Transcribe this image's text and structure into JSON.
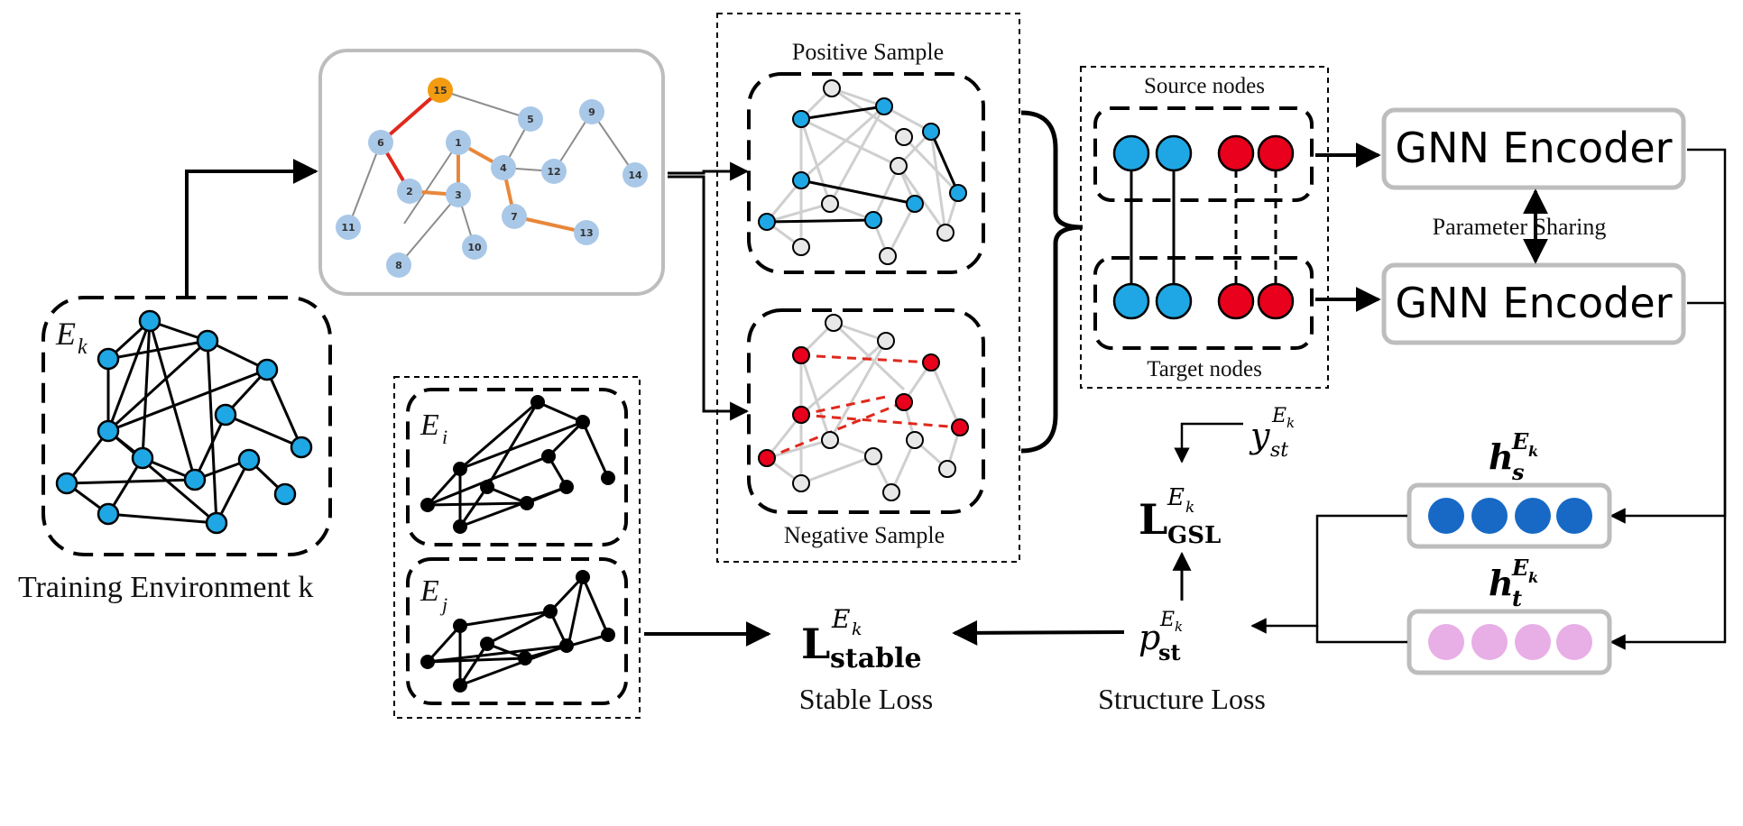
{
  "labels": {
    "training_env": "Training Environment k",
    "positive_sample": "Positive Sample",
    "negative_sample": "Negative Sample",
    "source_nodes": "Source nodes",
    "target_nodes": "Target nodes",
    "gnn_encoder_top": "GNN Encoder",
    "gnn_encoder_bottom": "GNN Encoder",
    "parameter_sharing": "Parameter Sharing",
    "stable_loss": "Stable Loss",
    "structure_loss": "Structure Loss"
  },
  "math": {
    "E_letter": "E",
    "k_sub": "k",
    "i_sub": "i",
    "j_sub": "j",
    "y": "y",
    "st": "st",
    "p": "p",
    "st_bold": "st",
    "L": "L",
    "gsl": "GSL",
    "stable": "stable",
    "h": "h",
    "s": "s",
    "t": "t"
  },
  "example_graph_nodes": [
    "15",
    "5",
    "9",
    "6",
    "1",
    "4",
    "12",
    "14",
    "2",
    "3",
    "7",
    "13",
    "11",
    "10",
    "8"
  ],
  "colors": {
    "blue_node": "#1ea7e4",
    "red_node": "#e8001c",
    "orange_node": "#f39c12",
    "light_blue_node": "#a9c8e8",
    "orange_edge": "#e8873a",
    "red_edge": "#e0281c",
    "h_s_node": "#1769c5",
    "h_t_node": "#e8aee6"
  }
}
